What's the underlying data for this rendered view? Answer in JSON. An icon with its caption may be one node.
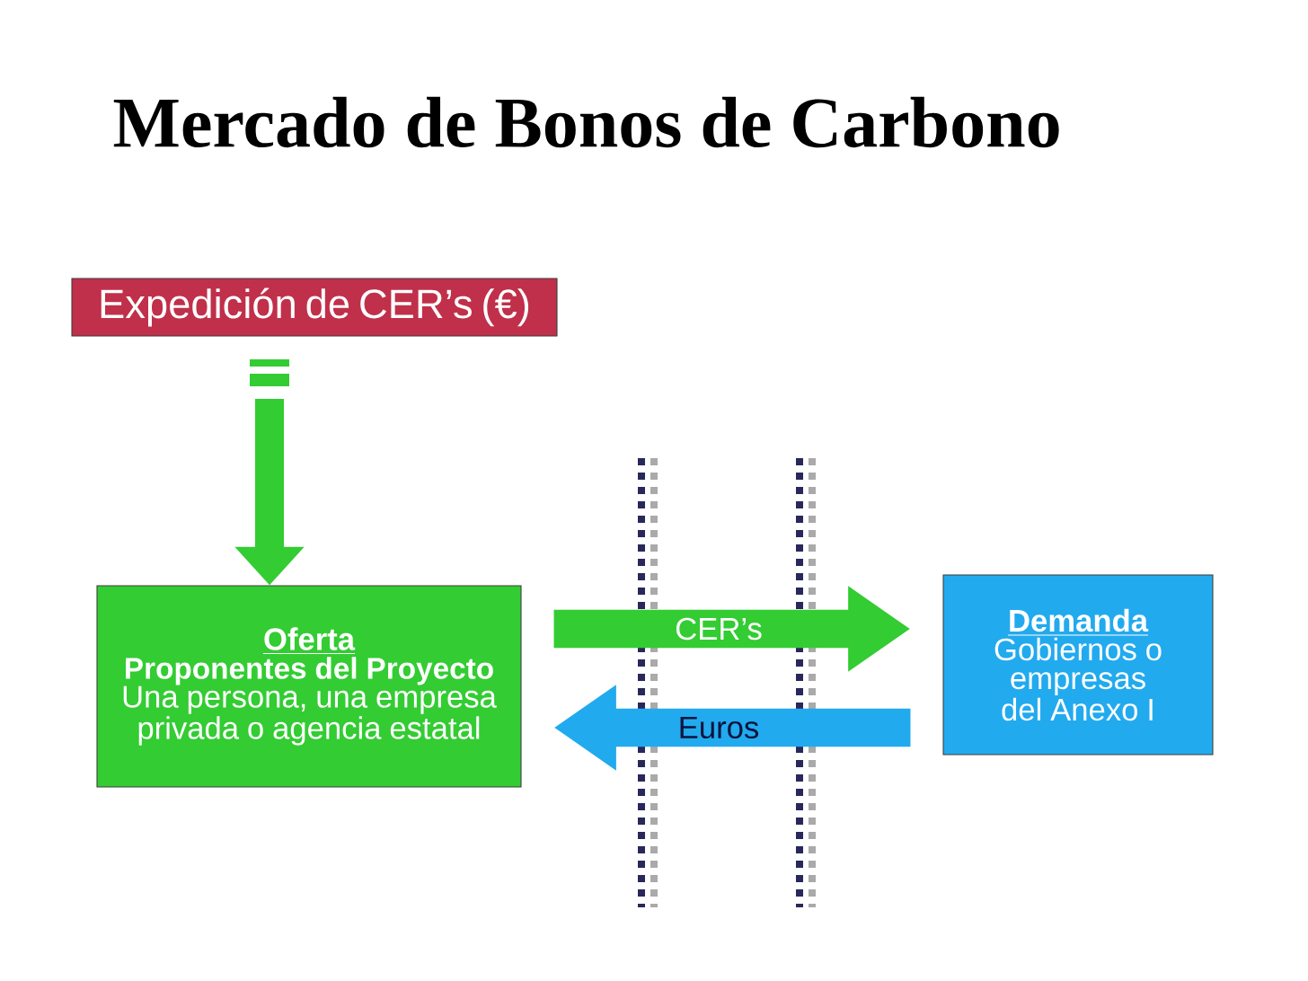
{
  "diagram": {
    "title": "Mercado de Bonos de Carbono",
    "nodes": [
      {
        "text": [
          "Expedición de CER’s (€)"
        ]
      },
      {
        "text": [
          "Oferta",
          "Proponentes del Proyecto",
          "Una persona, una empresa privada o agencia estatal"
        ]
      },
      {
        "text": [
          "Demanda",
          "Gobiernos o empresas del Anexo I"
        ]
      }
    ],
    "edges": [
      {
        "from": 0,
        "to": 1,
        "arrow": "to",
        "color": "#33cc33"
      },
      {
        "from": 1,
        "to": 2,
        "arrow": "to",
        "label": "CER’s",
        "color": "#33cc33"
      },
      {
        "from": 2,
        "to": 1,
        "arrow": "to",
        "label": "Euros",
        "color": "#22aaee"
      }
    ]
  }
}
